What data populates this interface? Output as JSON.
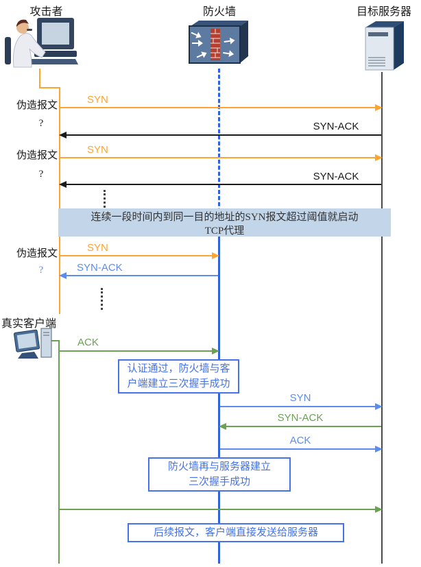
{
  "actors": {
    "attacker": "攻击者",
    "firewall": "防火墙",
    "server": "目标服务器",
    "client": "真实客户端"
  },
  "labels": {
    "forged_packet": "伪造报文",
    "question_mark": "?",
    "syn": "SYN",
    "syn_ack": "SYN-ACK",
    "ack": "ACK"
  },
  "band": {
    "line1": "连续一段时间内到同一目的地址的SYN报文超过阈值就启动",
    "line2": "TCP代理"
  },
  "notes": {
    "note1_line1": "认证通过，防火墙与客",
    "note1_line2": "户端建立三次握手成功",
    "note2_line1": "防火墙再与服务器建立",
    "note2_line2": "三次握手成功",
    "note3": "后续报文，客户端直接发送给服务器"
  },
  "icons": {
    "attacker": "attacker-person-at-computer-icon",
    "firewall": "firewall-brick-box-icon",
    "server": "server-tower-icon",
    "client": "client-computer-icon"
  },
  "colors": {
    "attacker_line": "#FFA42E",
    "firewall_line": "#2F62DB",
    "client_line": "#6BA153",
    "server_line": "#4A4A4A",
    "arrow_orange": "#FFA42E",
    "arrow_black": "#1A1A1A",
    "arrow_blue": "#5B8DEE",
    "arrow_green": "#6BA153",
    "band_bg": "#C3D5E8",
    "note_blue": "#4472E8"
  }
}
